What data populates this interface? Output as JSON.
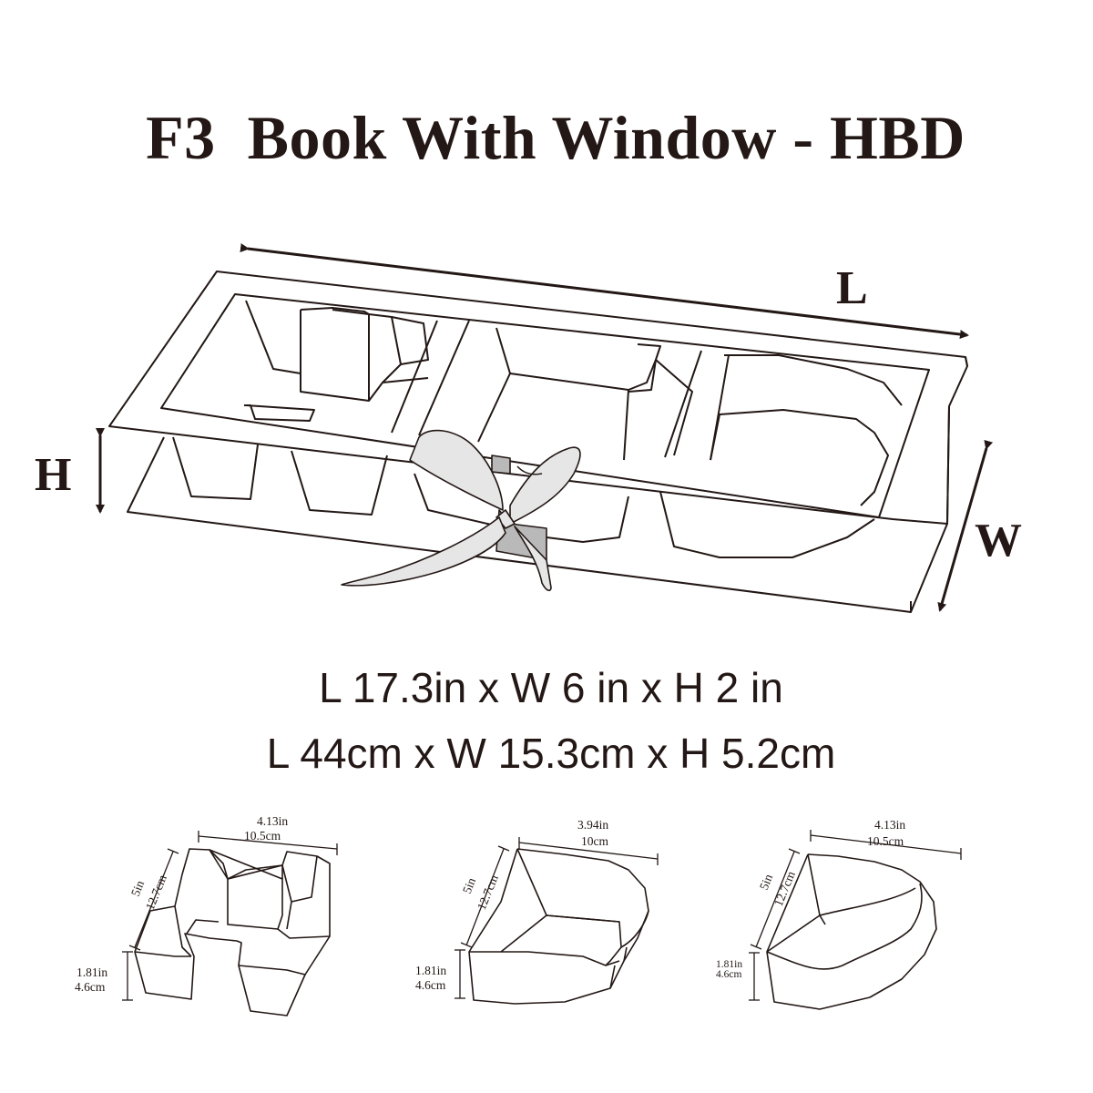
{
  "title": "F3  Book With Window - HBD",
  "axes": {
    "length": "L",
    "width": "W",
    "height": "H"
  },
  "overall_dims": {
    "imperial": "L 17.3in x W 6 in x H 2 in",
    "metric": "L 44cm x W 15.3cm x H 5.2cm"
  },
  "inserts": [
    {
      "letter": "H",
      "width_in": "4.13in",
      "width_cm": "10.5cm",
      "depth_in": "5in",
      "depth_cm": "12.7cm",
      "height_in": "1.81in",
      "height_cm": "4.6cm"
    },
    {
      "letter": "B",
      "width_in": "3.94in",
      "width_cm": "10cm",
      "depth_in": "5in",
      "depth_cm": "12.7cm",
      "height_in": "1.81in",
      "height_cm": "4.6cm"
    },
    {
      "letter": "D",
      "width_in": "4.13in",
      "width_cm": "10.5cm",
      "depth_in": "5in",
      "depth_cm": "12.7cm",
      "height_in": "1.81in",
      "height_cm": "4.6cm"
    }
  ],
  "colors": {
    "ink": "#231815",
    "ribbon": "#e6e6e6",
    "ribbon_shadow": "#b9b9b9"
  }
}
